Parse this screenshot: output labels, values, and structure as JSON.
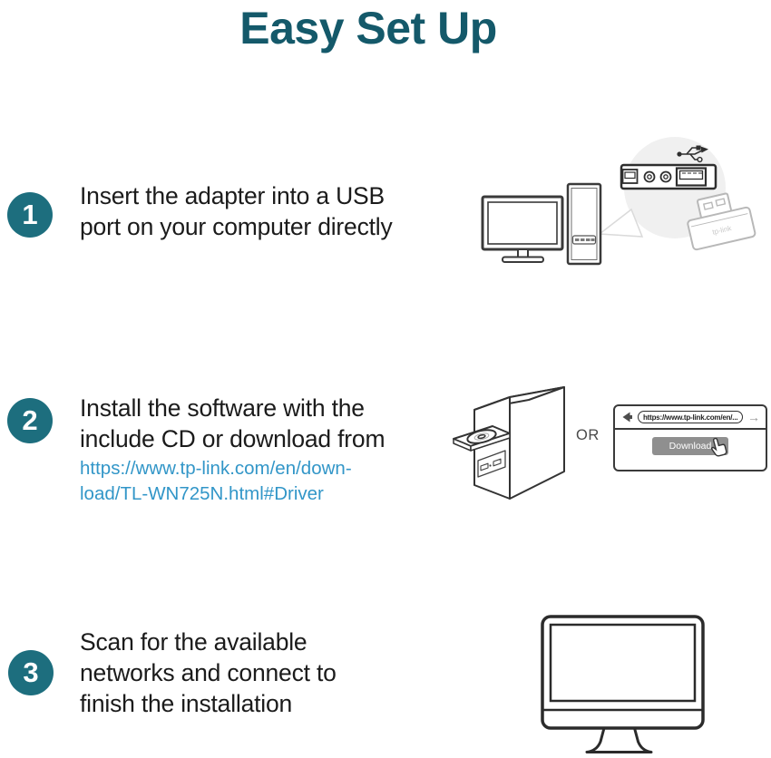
{
  "page": {
    "title": "Easy Set Up"
  },
  "colors": {
    "title_teal": "#14596a",
    "badge_teal": "#1d6e7e",
    "link_blue": "#3296c8",
    "body_text": "#1b1b1b",
    "line_art": "#333333",
    "download_button_gray": "#8f8f8f",
    "magnifier_bg": "#f0f0f0"
  },
  "steps": [
    {
      "number": "1",
      "text": "Insert the adapter into a USB\nport on your computer directly"
    },
    {
      "number": "2",
      "text": "Install the software with the\ninclude CD or download from",
      "link": "https://www.tp-link.com/en/down-\nload/TL-WN725N.html#Driver"
    },
    {
      "number": "3",
      "text": "Scan for the available\nnetworks and connect to\nfinish the installation"
    }
  ],
  "step1_art": {
    "adapter_brand": "tp-link"
  },
  "step2_art": {
    "or_label": "OR",
    "browser": {
      "url": "https://www.tp-link.com/en/...",
      "download_label": "Download",
      "forward_arrow_glyph": "→"
    }
  }
}
